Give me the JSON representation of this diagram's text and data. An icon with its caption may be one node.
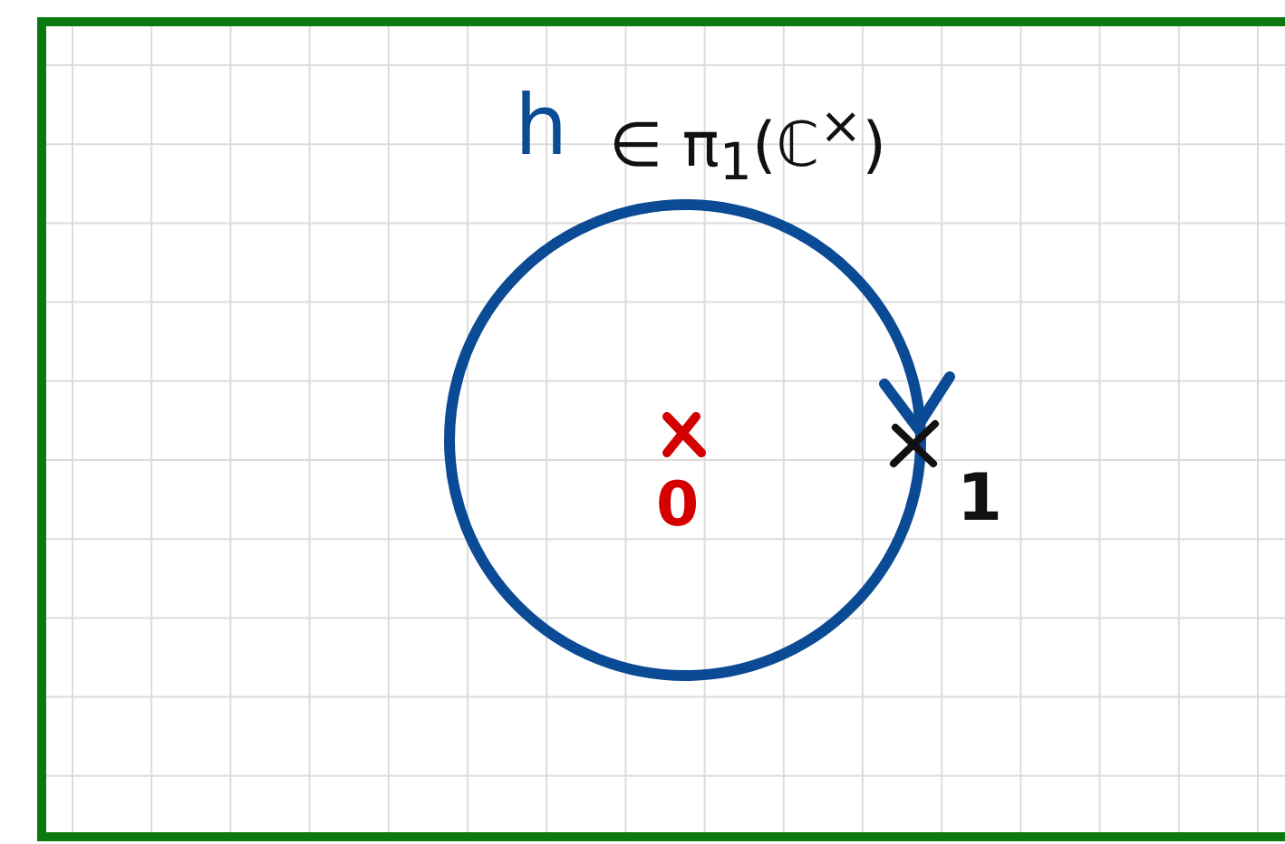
{
  "diagram": {
    "labels": [
      "h",
      "∈ π$_{1}$(ℂ$^{×}$)",
      "0",
      "1"
    ]
  }
}
